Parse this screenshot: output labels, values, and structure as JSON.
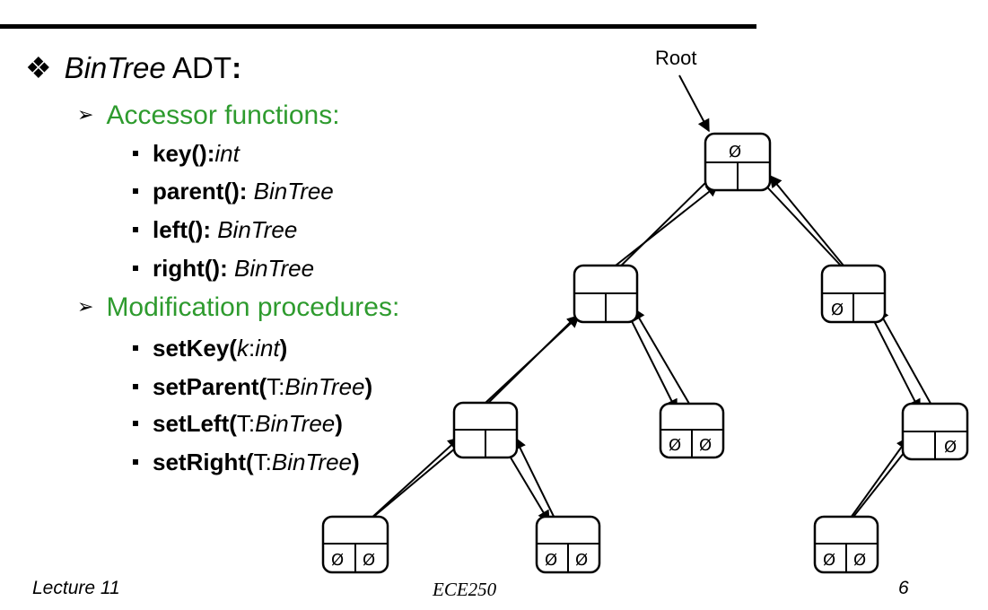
{
  "slide": {
    "title_prefix": "❖",
    "title_italic": "BinTree",
    "title_rest": " ADT",
    "title_colon": ":",
    "accessor_heading": "Accessor functions:",
    "accessors": [
      {
        "name": "key():",
        "type": "int"
      },
      {
        "name": "parent():",
        "type": " BinTree"
      },
      {
        "name": "left():",
        "type": " BinTree"
      },
      {
        "name": "right():",
        "type": " BinTree"
      }
    ],
    "modification_heading": "Modification procedures:",
    "modifiers": [
      {
        "name": "setKey(",
        "arg": "k",
        "sep": ":",
        "type": "int",
        "close": ")"
      },
      {
        "name": "setParent(",
        "arg": "T",
        "sep": ":",
        "type": "BinTree",
        "close": ")"
      },
      {
        "name": "setLeft(",
        "arg": "T",
        "sep": ":",
        "type": "BinTree",
        "close": ")"
      },
      {
        "name": "setRight(",
        "arg": "T",
        "sep": ":",
        "type": "BinTree",
        "close": ")"
      }
    ]
  },
  "diagram": {
    "root_label": "Root",
    "null_symbol": "Ø"
  },
  "footer": {
    "left": "Lecture 11",
    "center": "ECE250",
    "right": "6"
  }
}
